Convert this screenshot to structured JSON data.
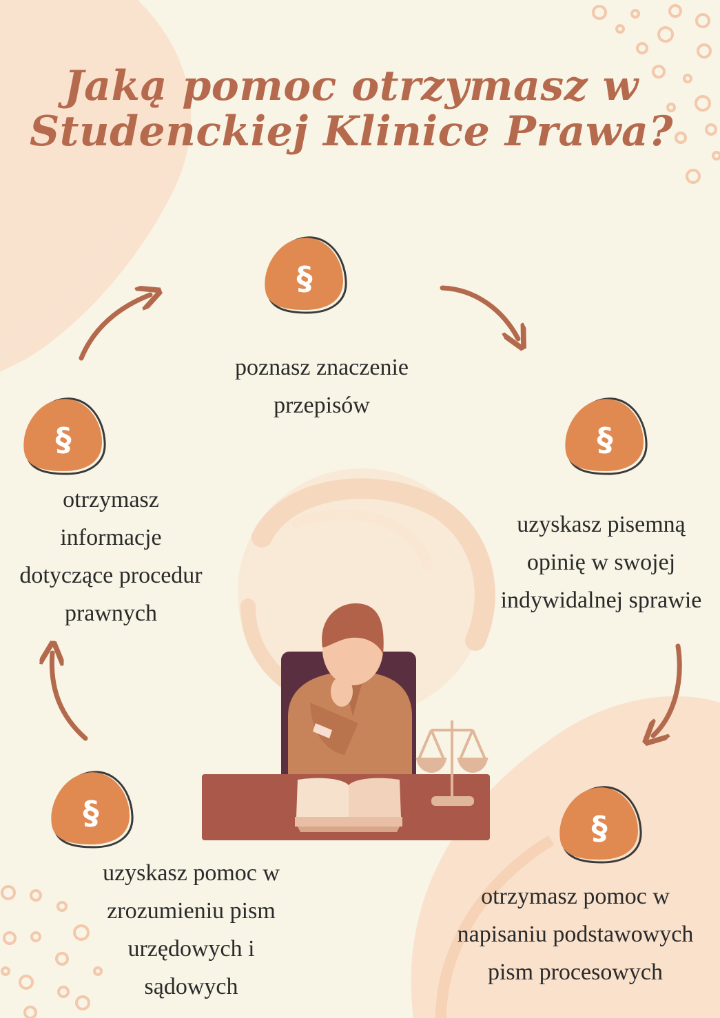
{
  "title": {
    "line1": "Jaką pomoc otrzymasz w",
    "line2": "Studenckiej Klinice Prawa?"
  },
  "steps": [
    {
      "icon": "paragraph-icon",
      "lines": [
        "poznasz znaczenie",
        "przepisów"
      ]
    },
    {
      "icon": "paragraph-icon",
      "lines": [
        "uzyskasz pisemną",
        "opinię w swojej",
        "indywidalnej sprawie"
      ]
    },
    {
      "icon": "paragraph-icon",
      "lines": [
        "otrzymasz pomoc w",
        "napisaniu podstawowych",
        "pism procesowych"
      ]
    },
    {
      "icon": "paragraph-icon",
      "lines": [
        "uzyskasz pomoc w",
        "zrozumieniu pism",
        "urzędowych i",
        "sądowych"
      ]
    },
    {
      "icon": "paragraph-icon",
      "lines": [
        "otrzymasz",
        "informacje",
        "dotyczące procedur",
        "prawnych"
      ]
    }
  ],
  "badge_symbol": "§",
  "colors": {
    "background": "#f8f4e6",
    "title": "#b56a4d",
    "badge": "#e08a52",
    "arrow": "#b3694c",
    "blob": "#f8dcc4",
    "text": "#2a2a2a"
  }
}
